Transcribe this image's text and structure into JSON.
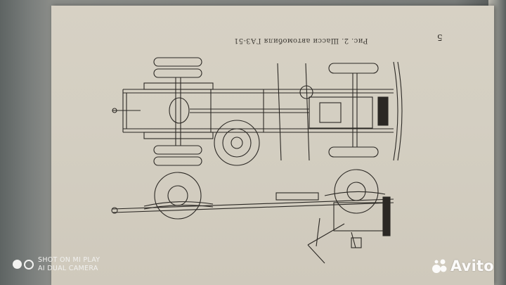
{
  "book_page": {
    "caption": "Рис. 2. Шасси автомобиля ГАЗ-51",
    "page_number": "5"
  },
  "camera_watermark": {
    "line1": "SHOT ON MI PLAY",
    "line2": "AI DUAL CAMERA"
  },
  "site_watermark": {
    "text": "Avito"
  }
}
